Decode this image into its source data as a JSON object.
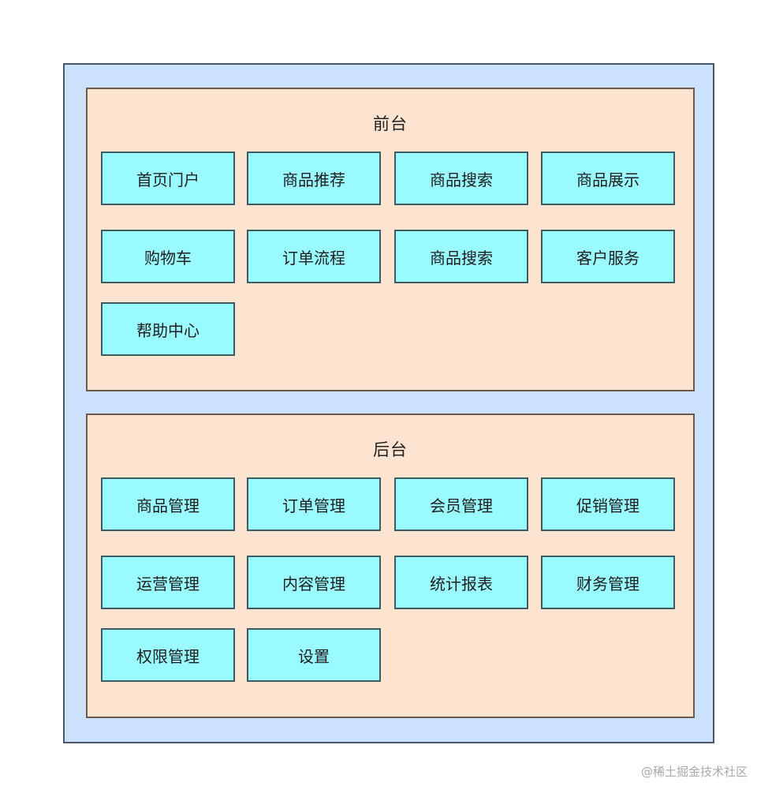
{
  "diagram": {
    "front": {
      "title": "前台",
      "items": [
        "首页门户",
        "商品推荐",
        "商品搜索",
        "商品展示",
        "购物车",
        "订单流程",
        "商品搜索",
        "客户服务",
        "帮助中心"
      ]
    },
    "back": {
      "title": "后台",
      "items": [
        "商品管理",
        "订单管理",
        "会员管理",
        "促销管理",
        "运营管理",
        "内容管理",
        "统计报表",
        "财务管理",
        "权限管理",
        "设置"
      ]
    }
  },
  "watermark": "@稀土掘金技术社区",
  "colors": {
    "outer_fill": "#cce1fb",
    "section_fill": "#fde4d0",
    "box_fill": "#99fbff"
  }
}
